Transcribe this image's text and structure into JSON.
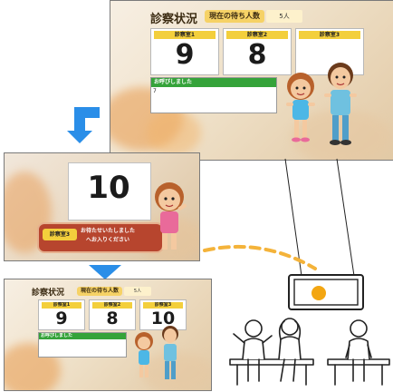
{
  "colors": {
    "accent_blue": "#2a8ee8",
    "header_yellow": "#f6d266",
    "room_yellow": "#f3cf3c",
    "notice_green": "#35a33a",
    "call_red": "#b7452e",
    "dash_orange": "#f4b33a",
    "screen_orange": "#f3a612"
  },
  "screen_top": {
    "title": "診察状況",
    "waiting_label": "現在の待ち人数",
    "waiting_count": "5人",
    "rooms": [
      {
        "label": "診察室1",
        "number": "9"
      },
      {
        "label": "診察室2",
        "number": "8"
      },
      {
        "label": "診察室3",
        "number": ""
      }
    ],
    "notice_title": "お呼びしました",
    "notice_text": "7"
  },
  "screen_call": {
    "number": "10",
    "room_label": "診察室3",
    "message_line1": "お待たせいたしました",
    "message_line2": "へお入りください"
  },
  "screen_bottom": {
    "title": "診察状況",
    "waiting_label": "現在の待ち人数",
    "waiting_count": "5人",
    "rooms": [
      {
        "label": "診察室1",
        "number": "9"
      },
      {
        "label": "診察室2",
        "number": "8"
      },
      {
        "label": "診察室3",
        "number": "10"
      }
    ],
    "notice_title": "お呼びしました"
  },
  "icons": {
    "flow_down": "arrow-down-icon",
    "flow_corner": "arrow-corner-icon",
    "monitor": "monitor-icon",
    "patients": "waiting-patients-icon"
  }
}
